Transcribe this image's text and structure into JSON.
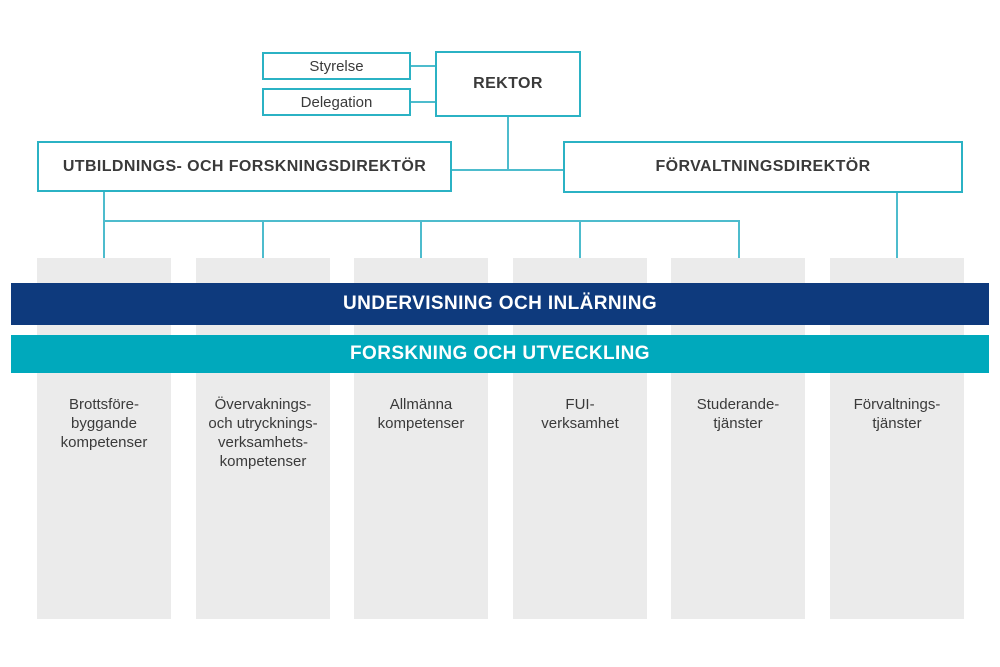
{
  "colors": {
    "navy_band": "#0e3a7d",
    "teal_band": "#00a9bc",
    "box_border_teal": "#2bb2c4",
    "connector_teal": "#4dbccd",
    "column_gray": "#ebebeb",
    "text_dark": "#3a3a3a",
    "band_text": "#ffffff"
  },
  "top_boxes": {
    "styrelse": "Styrelse",
    "delegation": "Delegation",
    "rektor": "REKTOR"
  },
  "directors": {
    "education_research": "UTBILDNINGS- OCH FORSKNINGSDIREKTÖR",
    "administration": "FÖRVALTNINGSDIREKTÖR"
  },
  "bands": [
    {
      "label": "UNDERVISNING OCH INLÄRNING",
      "color": "#0e3a7d"
    },
    {
      "label": "FORSKNING OCH UTVECKLING",
      "color": "#00a9bc"
    }
  ],
  "columns": [
    {
      "label": "Brottsföre-\nbyggande\nkompetenser"
    },
    {
      "label": "Övervaknings-\noch utrycknings-\nverksamhets-\nkompetenser"
    },
    {
      "label": "Allmänna\nkompetenser"
    },
    {
      "label": "FUI-\nverksamhet"
    },
    {
      "label": "Studerande-\ntjänster"
    },
    {
      "label": "Förvaltnings-\ntjänster"
    }
  ]
}
